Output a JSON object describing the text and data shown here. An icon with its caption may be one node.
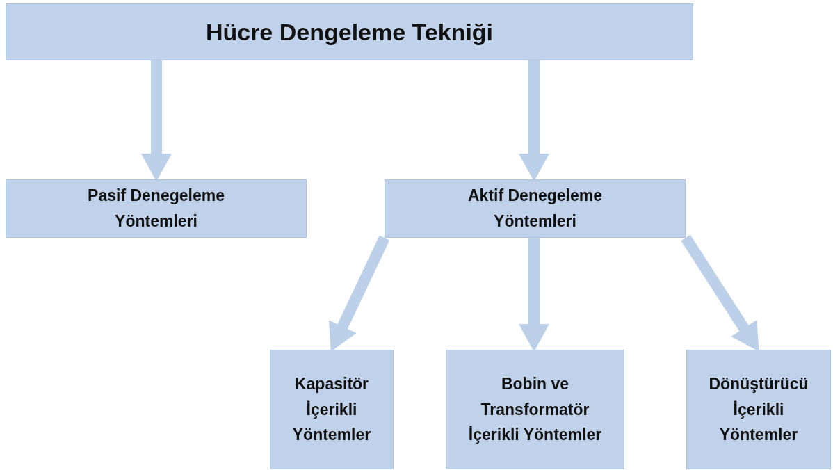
{
  "diagram": {
    "nodes": [
      {
        "text": [
          "Hücre Dengeleme Tekniği"
        ]
      },
      {
        "text": [
          "Pasif Denegeleme Yöntemleri"
        ]
      },
      {
        "text": [
          "Aktif Denegeleme Yöntemleri"
        ]
      },
      {
        "text": [
          "Kapasitör İçerikli Yöntemler"
        ]
      },
      {
        "text": [
          "Bobin ve Transformatör İçerikli Yöntemler"
        ]
      },
      {
        "text": [
          "Dönüştürücü İçerikli Yöntemler"
        ]
      }
    ],
    "edges": [
      {
        "from": 0,
        "to": 1,
        "arrow": "to"
      },
      {
        "from": 0,
        "to": 2,
        "arrow": "to"
      },
      {
        "from": 2,
        "to": 3,
        "arrow": "to"
      },
      {
        "from": 2,
        "to": 4,
        "arrow": "to"
      },
      {
        "from": 2,
        "to": 5,
        "arrow": "to"
      }
    ]
  }
}
